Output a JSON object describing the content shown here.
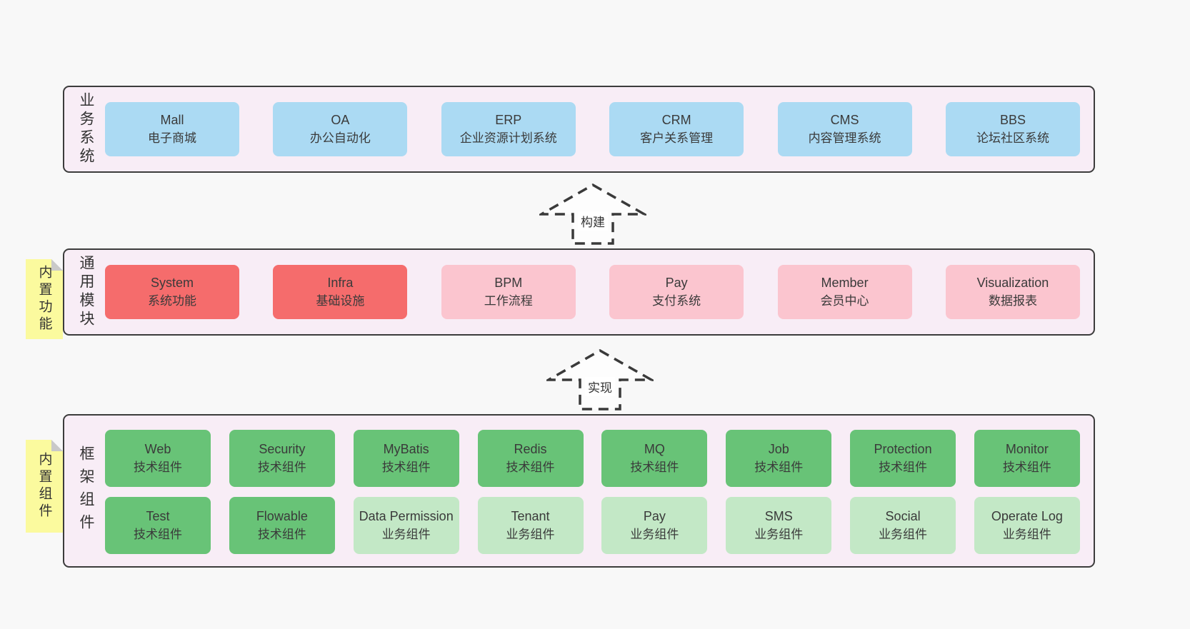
{
  "colors": {
    "page_bg": "#f8f8f8",
    "panel_bg": "#f8edf6",
    "panel_border": "#3c3c3c",
    "blue_box": "#abdaf3",
    "red_box": "#f56c6c",
    "pink_box": "#fbc5cf",
    "green_box": "#68c377",
    "light_green_box": "#c3e8c6",
    "sticky_note": "#fbfa9e",
    "text": "#3a3a3a"
  },
  "arrows": {
    "build": "构建",
    "implement": "实现"
  },
  "sections": {
    "business": {
      "label": "业务系统",
      "boxes": [
        {
          "en": "Mall",
          "zh": "电子商城",
          "variant": "blue"
        },
        {
          "en": "OA",
          "zh": "办公自动化",
          "variant": "blue"
        },
        {
          "en": "ERP",
          "zh": "企业资源计划系统",
          "variant": "blue"
        },
        {
          "en": "CRM",
          "zh": "客户关系管理",
          "variant": "blue"
        },
        {
          "en": "CMS",
          "zh": "内容管理系统",
          "variant": "blue"
        },
        {
          "en": "BBS",
          "zh": "论坛社区系统",
          "variant": "blue"
        }
      ]
    },
    "modules": {
      "label": "通用模块",
      "note": "内置功能",
      "boxes": [
        {
          "en": "System",
          "zh": "系统功能",
          "variant": "red"
        },
        {
          "en": "Infra",
          "zh": "基础设施",
          "variant": "red"
        },
        {
          "en": "BPM",
          "zh": "工作流程",
          "variant": "pink"
        },
        {
          "en": "Pay",
          "zh": "支付系统",
          "variant": "pink"
        },
        {
          "en": "Member",
          "zh": "会员中心",
          "variant": "pink"
        },
        {
          "en": "Visualization",
          "zh": "数据报表",
          "variant": "pink"
        }
      ]
    },
    "framework": {
      "label": "框架组件",
      "note": "内置组件",
      "row1": [
        {
          "en": "Web",
          "zh": "技术组件",
          "variant": "green"
        },
        {
          "en": "Security",
          "zh": "技术组件",
          "variant": "green"
        },
        {
          "en": "MyBatis",
          "zh": "技术组件",
          "variant": "green"
        },
        {
          "en": "Redis",
          "zh": "技术组件",
          "variant": "green"
        },
        {
          "en": "MQ",
          "zh": "技术组件",
          "variant": "green"
        },
        {
          "en": "Job",
          "zh": "技术组件",
          "variant": "green"
        },
        {
          "en": "Protection",
          "zh": "技术组件",
          "variant": "green"
        },
        {
          "en": "Monitor",
          "zh": "技术组件",
          "variant": "green"
        }
      ],
      "row2": [
        {
          "en": "Test",
          "zh": "技术组件",
          "variant": "green"
        },
        {
          "en": "Flowable",
          "zh": "技术组件",
          "variant": "green"
        },
        {
          "en": "Data Permission",
          "zh": "业务组件",
          "variant": "lightgreen"
        },
        {
          "en": "Tenant",
          "zh": "业务组件",
          "variant": "lightgreen"
        },
        {
          "en": "Pay",
          "zh": "业务组件",
          "variant": "lightgreen"
        },
        {
          "en": "SMS",
          "zh": "业务组件",
          "variant": "lightgreen"
        },
        {
          "en": "Social",
          "zh": "业务组件",
          "variant": "lightgreen"
        },
        {
          "en": "Operate Log",
          "zh": "业务组件",
          "variant": "lightgreen"
        }
      ]
    }
  }
}
